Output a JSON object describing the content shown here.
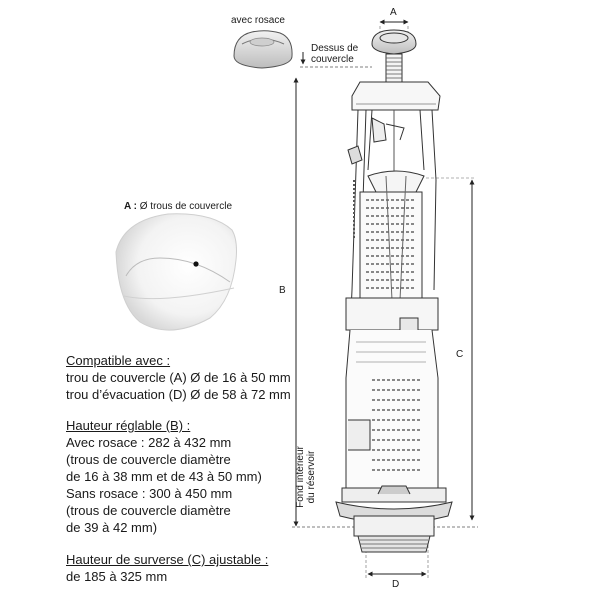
{
  "callouts": {
    "avec_rosace": "avec rosace",
    "dessus_line1": "Dessus de",
    "dessus_line2": "couvercle",
    "fond_line1": "Fond intérieur",
    "fond_line2": "du réservoir",
    "trous_prefix": "A :",
    "trous_text": "Ø trous de couvercle"
  },
  "dimensions": {
    "a": "A",
    "b": "B",
    "c": "C",
    "d": "D"
  },
  "specs": {
    "compat_title": "Compatible avec :",
    "compat_line1": "trou de couvercle (A) Ø de 16 à 50 mm",
    "compat_line2": "trou d’évacuation (D) Ø de 58 à 72 mm",
    "hauteur_title": "Hauteur réglable (B) :",
    "hauteur_line1": "Avec rosace : 282 à 432 mm",
    "hauteur_line2": "(trous de couvercle diamètre",
    "hauteur_line3": "de 16 à 38 mm et de 43 à 50 mm)",
    "hauteur_line4": "Sans rosace : 300 à 450 mm",
    "hauteur_line5": "(trous de couvercle diamètre",
    "hauteur_line6": "de 39 à 42 mm)",
    "surverse_title": "Hauteur de surverse (C) ajustable :",
    "surverse_line1": "de 185 à 325 mm"
  }
}
